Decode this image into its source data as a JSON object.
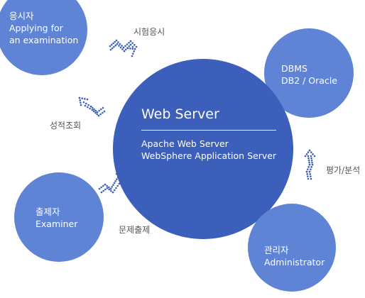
{
  "nodes": {
    "applicant": {
      "line1": "응시자",
      "line2": "Applying for",
      "line3": "an examination",
      "color": "#5f84d6"
    },
    "dbms": {
      "line1": "DBMS",
      "line2": "DB2 / Oracle",
      "color": "#5f84d6"
    },
    "web_server": {
      "title": "Web Server",
      "line1": "Apache Web Server",
      "line2": "WebSphere Application Server",
      "color": "#3b5fba"
    },
    "examiner": {
      "line1": "출제자",
      "line2": "Examiner",
      "color": "#5f84d6"
    },
    "admin": {
      "line1": "관리자",
      "line2": "Administrator",
      "color": "#5f84d6"
    }
  },
  "edges": {
    "apply": "시험응시",
    "score": "성적조회",
    "evaluate": "평가/분석",
    "question": "문제출제"
  },
  "colors": {
    "dots": "#3b5fba",
    "label_text": "#555555"
  }
}
